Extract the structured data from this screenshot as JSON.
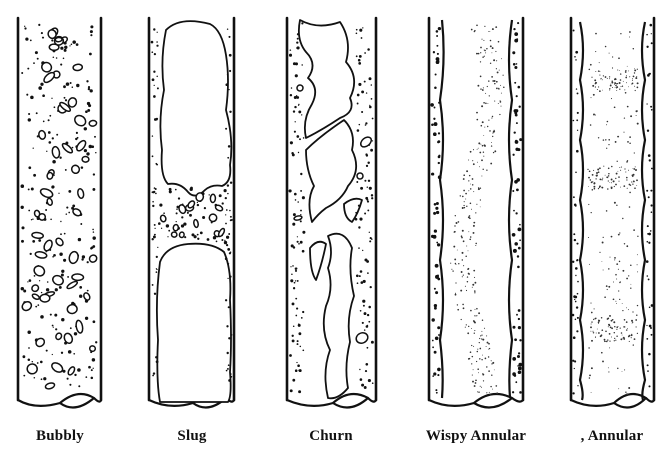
{
  "figure": {
    "regimes": [
      {
        "id": "bubbly",
        "label": "Bubbly"
      },
      {
        "id": "slug",
        "label": "Slug"
      },
      {
        "id": "churn",
        "label": "Churn"
      },
      {
        "id": "wispy",
        "label": "Wispy Annular"
      },
      {
        "id": "annular",
        "label": ", Annular"
      }
    ]
  }
}
